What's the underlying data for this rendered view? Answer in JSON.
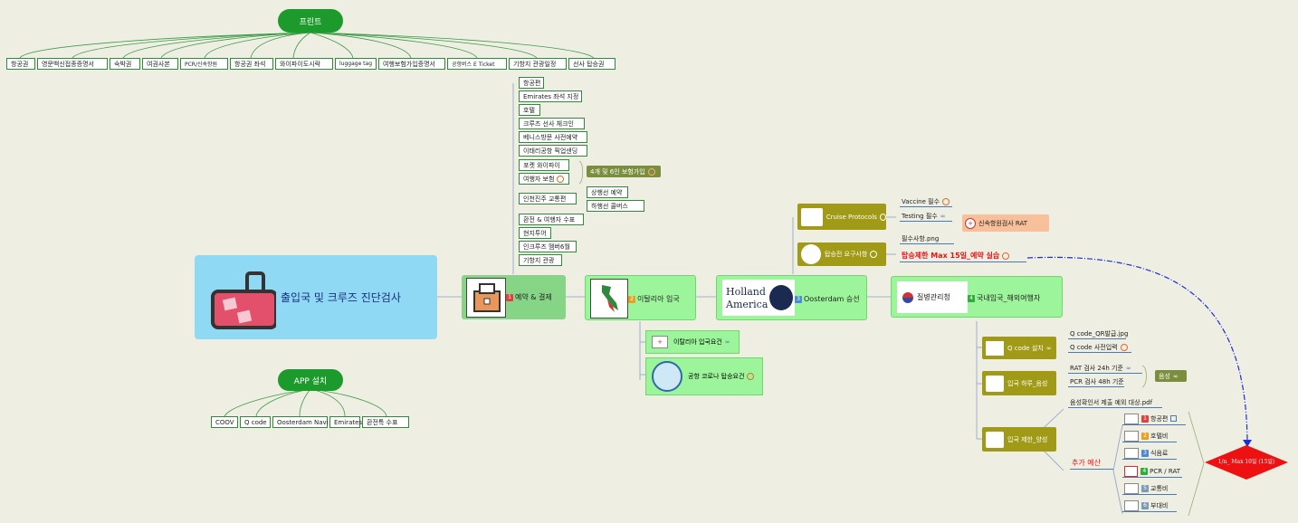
{
  "central": {
    "title": "출입국 및 크루즈 진단검사"
  },
  "print": {
    "title": "프린트",
    "items": [
      "항공권",
      "영문백신접종증명서",
      "숙박권",
      "여권사본",
      "PCR/신속항원",
      "항공권 좌석",
      "와이파이도시락",
      "luggage tag",
      "여행보험가입증명서",
      "공항버스 E Ticket",
      "기항지 관광일정",
      "선사 탑승권"
    ]
  },
  "app": {
    "title": "APP 설치",
    "items": [
      "COOV",
      "Q code",
      "Oosterdam Navi",
      "Emirates",
      "환전특 수표"
    ]
  },
  "branch1": {
    "num": "1",
    "label": "예약 & 결제",
    "items": [
      "항공편",
      "Emirates 좌석 지정",
      "호텔",
      "크루즈 선사 체크인",
      "베니스방문 사전예약",
      "이태리공항 픽업샌딩",
      "포켓 와이파이",
      "여행자 보험",
      "인천진주 교통편",
      "환전 & 여행자 수표",
      "현지투어",
      "인크루즈 멤버6월",
      "기항지 관광"
    ],
    "insurance_note": "4개 및 6인 보험가입",
    "transport_sub": [
      "상행선 예약",
      "하행선 콜버스"
    ]
  },
  "branch2": {
    "num": "2",
    "label": "이탈리아 입국",
    "subs": [
      "이탈리아 입국요건",
      "공항 코로나 탑승요건"
    ]
  },
  "branch3": {
    "num": "3",
    "logo_line1": "Holland",
    "logo_line2": "America",
    "label": "Oosterdam 승선",
    "cruise_protocols": "Cruise Protocols",
    "protocol_items": [
      "Vaccine 필수",
      "Testing 필수"
    ],
    "testing_note": "신속항원검사 RAT",
    "pre_board": "탑승전 요구사항",
    "pre_board_items": [
      "필수사항.png",
      "탑승제한 Max 15일_예약 실습"
    ]
  },
  "branch4": {
    "num": "4",
    "logo": "질병관리청",
    "label": "국내입국_해외여행자",
    "qcode": "Q code 설치",
    "qcode_items": [
      "Q code_QR발급.jpg",
      "Q code 사전입력"
    ],
    "test": "입국 하루_음성",
    "test_items": [
      "RAT 검사 24h 기준",
      "PCR 검사 48h 기준"
    ],
    "test_result": "음성",
    "restrict": "입국 제한_양성",
    "restrict_note": "음성확인서 제출 예외 대상.pdf",
    "extra_cost": "추가 예산",
    "costs": [
      {
        "num": "1",
        "label": "항공편",
        "color": "#e04040"
      },
      {
        "num": "2",
        "label": "호텔비",
        "color": "#e8a020"
      },
      {
        "num": "3",
        "label": "식음료",
        "color": "#4a8ad8"
      },
      {
        "num": "4",
        "label": "PCR / RAT",
        "color": "#2fae3c"
      },
      {
        "num": "5",
        "label": "교통비",
        "color": "#7a9ab8"
      },
      {
        "num": "6",
        "label": "부대비",
        "color": "#7a9ab8"
      }
    ],
    "diamond": "1/n_ Max 10일 (15일)"
  },
  "colors": {
    "bg": "#eeeee3",
    "central": "#8fd9f5",
    "main_green": "#9cf59a",
    "dark_green": "#1c9a2c",
    "olive": "#a09a17",
    "red": "#ee1111",
    "link": "#1a2fd6"
  }
}
